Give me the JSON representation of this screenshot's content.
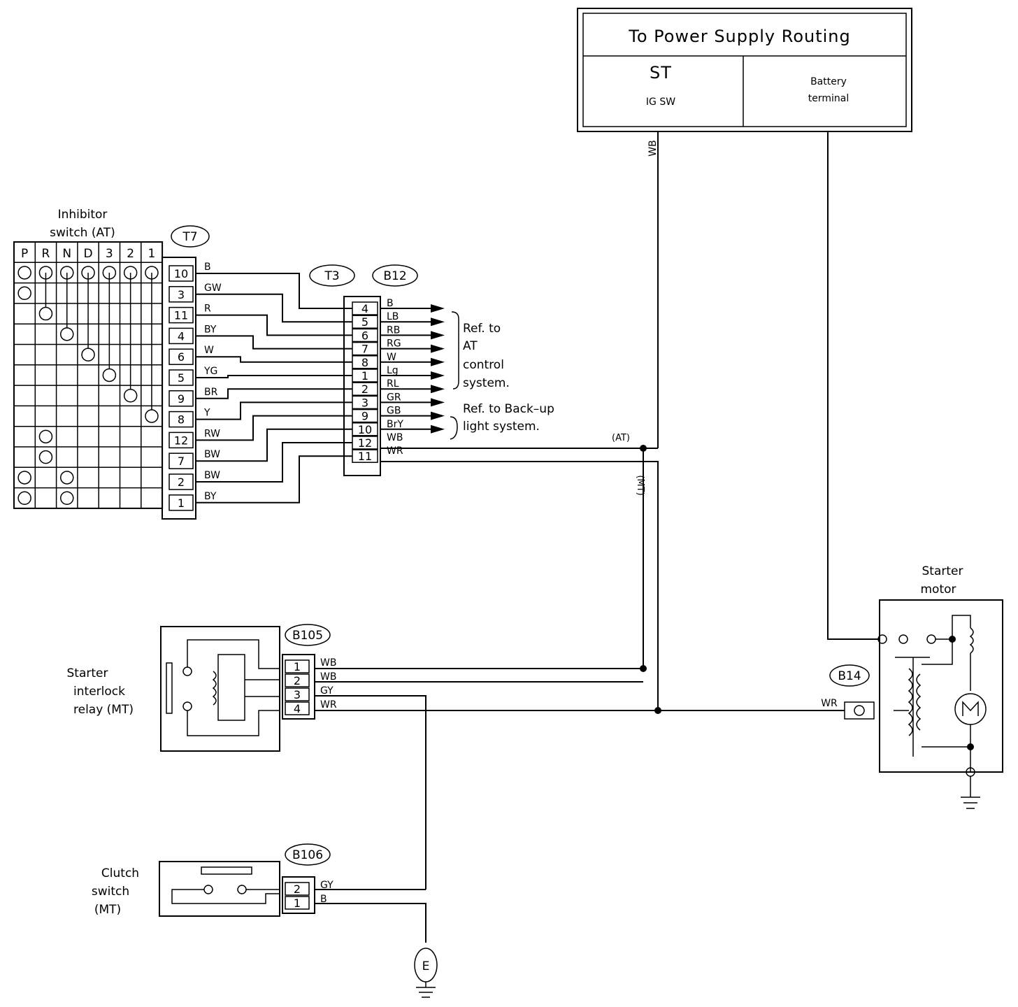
{
  "power_supply": {
    "title": "To Power Supply Routing",
    "st_label": "ST",
    "igsw_label": "IG SW",
    "battery_label_1": "Battery",
    "battery_label_2": "terminal"
  },
  "inhibitor": {
    "title_1": "Inhibitor",
    "title_2": "switch (AT)",
    "positions": [
      "P",
      "R",
      "N",
      "D",
      "3",
      "2",
      "1"
    ]
  },
  "connectors": {
    "t7": "T7",
    "t3": "T3",
    "b12": "B12",
    "b105": "B105",
    "b106": "B106",
    "b14": "B14"
  },
  "t7_pins": [
    "10",
    "3",
    "11",
    "4",
    "6",
    "5",
    "9",
    "8",
    "12",
    "7",
    "2",
    "1"
  ],
  "t7_wires": [
    "B",
    "GW",
    "R",
    "BY",
    "W",
    "YG",
    "BR",
    "Y",
    "RW",
    "BW",
    "BW",
    "BY"
  ],
  "b12_pins": [
    "4",
    "5",
    "6",
    "7",
    "8",
    "1",
    "2",
    "3",
    "9",
    "10",
    "12",
    "11"
  ],
  "b12_wires": [
    "B",
    "LB",
    "RB",
    "RG",
    "W",
    "Lg",
    "RL",
    "GR",
    "GB",
    "BrY",
    "WB",
    "WR"
  ],
  "refs": {
    "at_1": "Ref. to",
    "at_2": "AT",
    "at_3": "control",
    "at_4": "system.",
    "backup_1": "Ref. to Back–up",
    "backup_2": "light system."
  },
  "labels": {
    "at": "(AT)",
    "mt": "(MT)",
    "wb_vertical": "WB",
    "wr_b14": "WR",
    "ground": "E"
  },
  "starter_motor": {
    "title_1": "Starter",
    "title_2": "motor"
  },
  "relay": {
    "title_1": "Starter",
    "title_2": "interlock",
    "title_3": "relay (MT)",
    "pins": [
      "1",
      "2",
      "3",
      "4"
    ],
    "wires": [
      "WB",
      "WB",
      "GY",
      "WR"
    ]
  },
  "clutch": {
    "title_1": "Clutch",
    "title_2": "switch",
    "title_3": "(MT)",
    "pins": [
      "2",
      "1"
    ],
    "wires": [
      "GY",
      "B"
    ]
  }
}
